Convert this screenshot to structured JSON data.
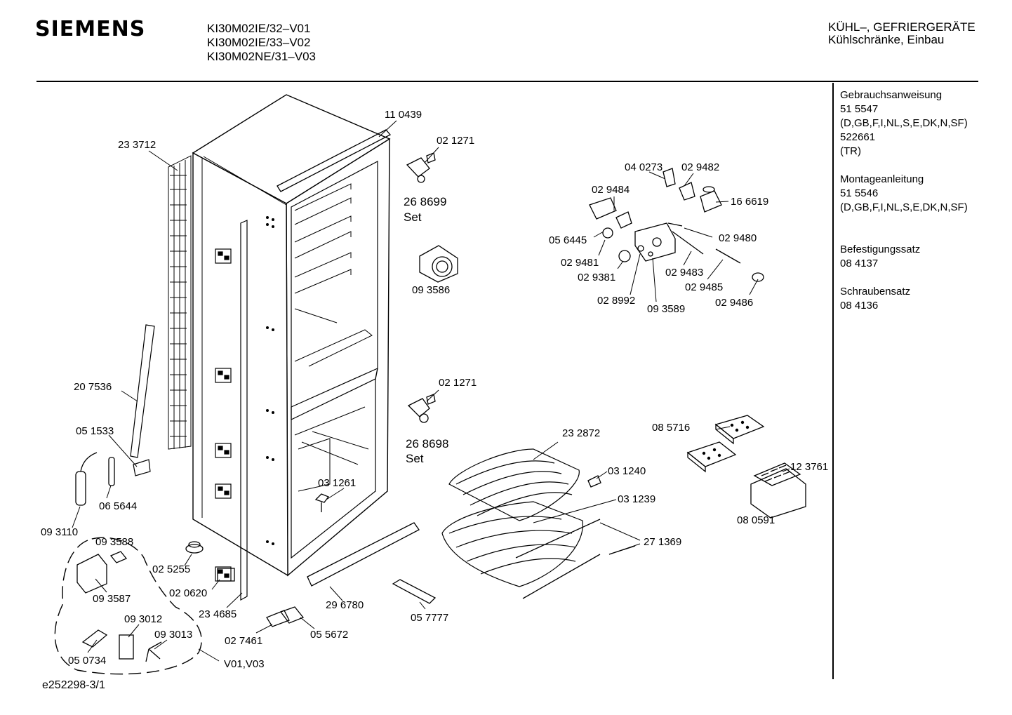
{
  "header": {
    "brand": "SIEMENS",
    "models": [
      "KI30M02IE/32–V01",
      "KI30M02IE/33–V02",
      "KI30M02NE/31–V03"
    ],
    "category_main": "KÜHL–, GEFRIERGERÄTE",
    "category_sub": "Kühlschränke, Einbau"
  },
  "docs": {
    "gebrauch_title": "Gebrauchsanweisung",
    "gebrauch_no1": "51 5547",
    "gebrauch_lang1": "(D,GB,F,I,NL,S,E,DK,N,SF)",
    "gebrauch_no2": "522661",
    "gebrauch_lang2": "(TR)",
    "montage_title": "Montageanleitung",
    "montage_no": "51 5546",
    "montage_lang": "(D,GB,F,I,NL,S,E,DK,N,SF)",
    "befest_title": "Befestigungssatz",
    "befest_no": "08 4137",
    "schrauben_title": "Schraubensatz",
    "schrauben_no": "08 4136"
  },
  "footer": {
    "code": "e252298-3/1"
  },
  "parts": {
    "p110439": "11 0439",
    "p233712": "23 3712",
    "p021271a": "02 1271",
    "p268699": "26 8699",
    "set_a": "Set",
    "p093586": "09 3586",
    "p040273": "04 0273",
    "p029482": "02 9482",
    "p029484": "02 9484",
    "p166619": "16 6619",
    "p056445": "05 6445",
    "p029480": "02 9480",
    "p029481": "02 9481",
    "p029381": "02 9381",
    "p029483": "02 9483",
    "p029485": "02 9485",
    "p028992": "02 8992",
    "p093589": "09 3589",
    "p029486": "02 9486",
    "p207536": "20 7536",
    "p021271b": "02 1271",
    "p268698": "26 8698",
    "set_b": "Set",
    "p051533": "05 1533",
    "p232872": "23 2872",
    "p085716": "08 5716",
    "p031240": "03 1240",
    "p123761": "12 3761",
    "p031261": "03 1261",
    "p031239": "03 1239",
    "p065644": "06 5644",
    "p080591": "08 0591",
    "p093110": "09 3110",
    "p093588": "09 3588",
    "p271369": "27 1369",
    "p025255": "02 5255",
    "p020620": "02 0620",
    "p093587": "09 3587",
    "p296780": "29 6780",
    "p234685": "23 4685",
    "p093012": "09 3012",
    "p057777": "05 7777",
    "p093013": "09 3013",
    "p027461": "02 7461",
    "p055672": "05 5672",
    "p050734": "05 0734",
    "v01v03": "V01,V03"
  }
}
